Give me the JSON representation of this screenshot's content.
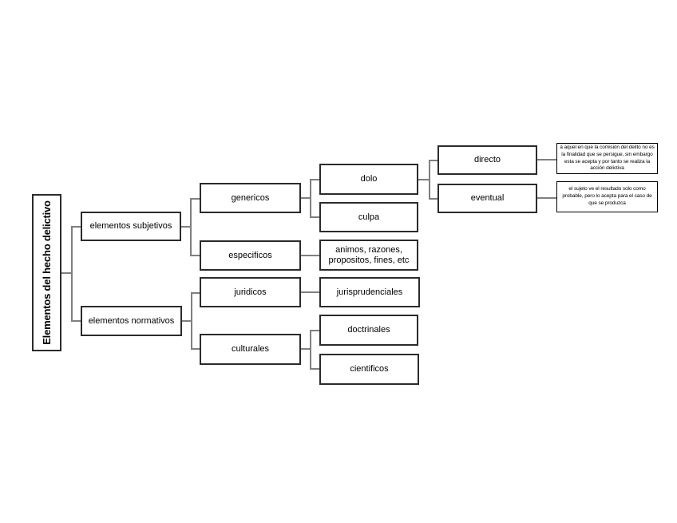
{
  "diagram": {
    "root": {
      "label": "Elementos del hecho delictivo"
    },
    "nodes": {
      "subjetivos": {
        "label": "elementos subjetivos"
      },
      "normativos": {
        "label": "elementos normativos"
      },
      "genericos": {
        "label": "genericos"
      },
      "especificos": {
        "label": "especificos"
      },
      "juridicos": {
        "label": "juridicos"
      },
      "culturales": {
        "label": "culturales"
      },
      "dolo": {
        "label": "dolo"
      },
      "culpa": {
        "label": "culpa"
      },
      "animos": {
        "label": "animos, razones, propositos, fines, etc"
      },
      "jurisprudenciales": {
        "label": "jurisprudenciales"
      },
      "doctrinales": {
        "label": "doctrinales"
      },
      "cientificos": {
        "label": "cientificos"
      },
      "directo": {
        "label": "directo"
      },
      "eventual": {
        "label": "eventual"
      },
      "directo_desc": {
        "label": "a aquel en que la comisión del delito no es la finalidad que se persigue, sin embargo esta se acepta y por tanto se realiza la acción delictiva"
      },
      "eventual_desc": {
        "label": "el sujeto ve el resultado solo como probable, pero lo acepta para el caso de que se produzca"
      }
    },
    "edges": [
      {
        "from": "root",
        "to": [
          "subjetivos",
          "normativos"
        ]
      },
      {
        "from": "subjetivos",
        "to": [
          "genericos",
          "especificos"
        ]
      },
      {
        "from": "normativos",
        "to": [
          "juridicos",
          "culturales"
        ]
      },
      {
        "from": "genericos",
        "to": [
          "dolo",
          "culpa"
        ]
      },
      {
        "from": "especificos",
        "to": [
          "animos"
        ]
      },
      {
        "from": "juridicos",
        "to": [
          "jurisprudenciales"
        ]
      },
      {
        "from": "culturales",
        "to": [
          "doctrinales",
          "cientificos"
        ]
      },
      {
        "from": "dolo",
        "to": [
          "directo",
          "eventual"
        ]
      },
      {
        "from": "directo",
        "to": [
          "directo_desc"
        ]
      },
      {
        "from": "eventual",
        "to": [
          "eventual_desc"
        ]
      }
    ],
    "colors": {
      "background": "#ffffff",
      "box_border": "#2b2b2b",
      "connector": "#7f7f7f",
      "text": "#000000"
    }
  }
}
